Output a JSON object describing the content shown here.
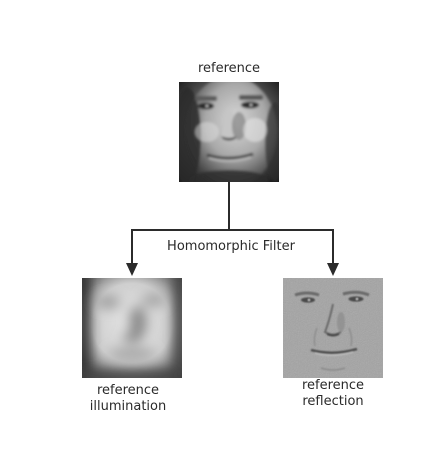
{
  "reference": {
    "label": "reference"
  },
  "filter": {
    "label": "Homomorphic Filter"
  },
  "illumination": {
    "label_line1": "reference",
    "label_line2": "illumination"
  },
  "reflection": {
    "label_line1": "reference",
    "label_line2": "reflection"
  },
  "colors": {
    "line": "#2b2b2b",
    "text": "#2a2a2a"
  }
}
